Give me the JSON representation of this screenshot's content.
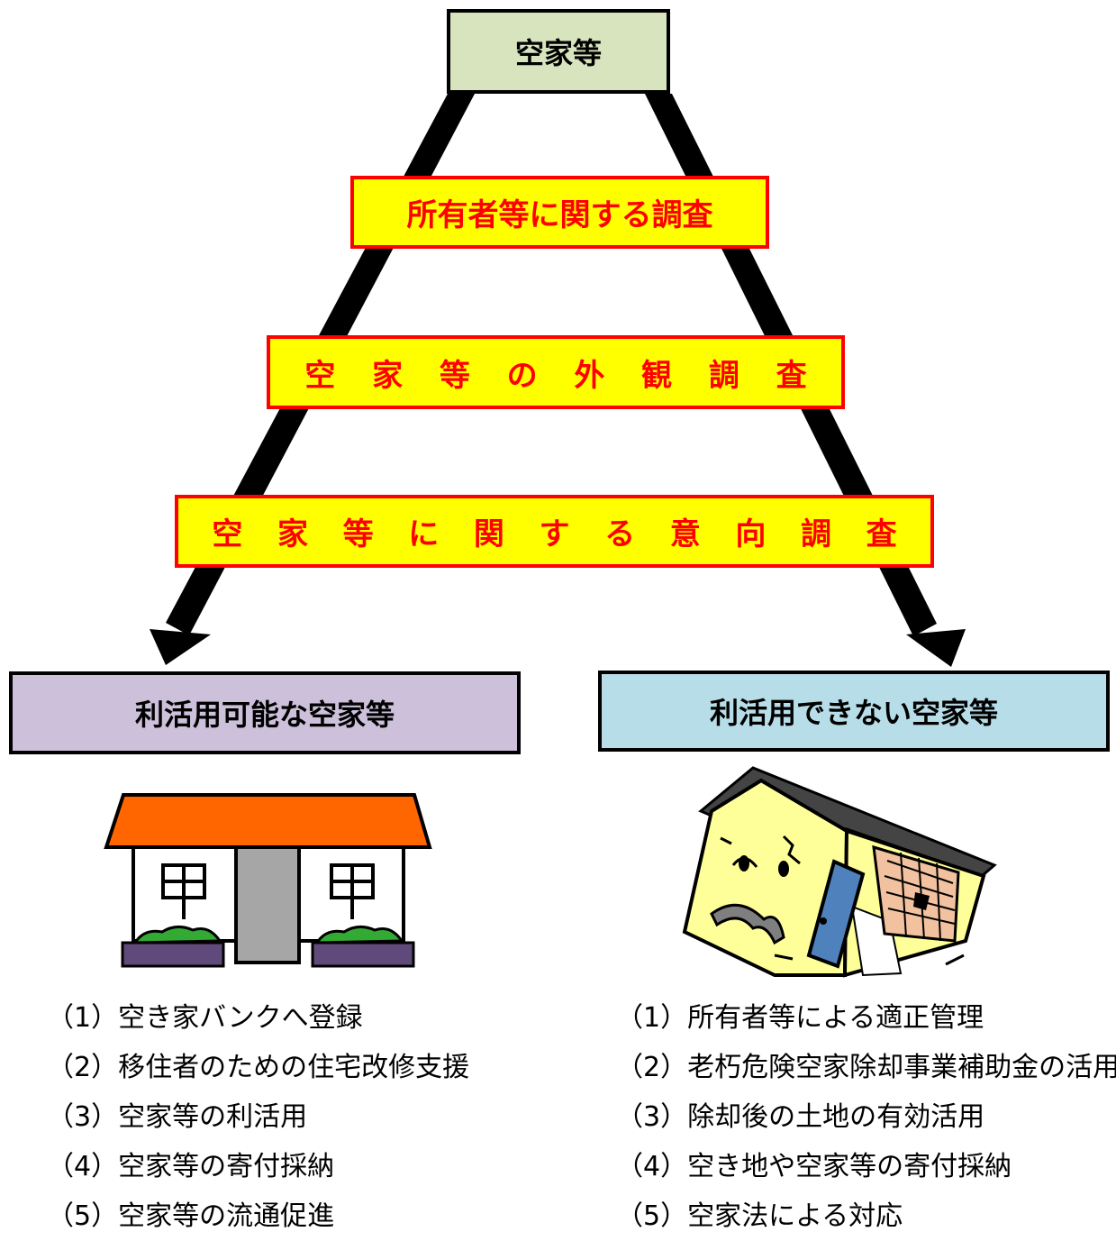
{
  "top": {
    "label": "空家等"
  },
  "surveys": [
    {
      "label": "所有者等に関する調査",
      "chars": [
        "所有者等に関する調査"
      ]
    },
    {
      "label": "空家等の外観調査",
      "chars": [
        "空",
        "家",
        "等",
        "の",
        "外",
        "観",
        "調",
        "査"
      ]
    },
    {
      "label": "空家等に関する意向調査",
      "chars": [
        "空",
        "家",
        "等",
        "に",
        "関",
        "す",
        "る",
        "意",
        "向",
        "調",
        "査"
      ]
    }
  ],
  "left": {
    "title": "利活用可能な空家等",
    "items": [
      "（1）空き家バンクへ登録",
      "（2）移住者のための住宅改修支援",
      "（3）空家等の利活用",
      "（4）空家等の寄付採納",
      "（5）空家等の流通促進"
    ]
  },
  "right": {
    "title": "利活用できない空家等",
    "items": [
      "（1）所有者等による適正管理",
      "（2）老朽危険空家除却事業補助金の活用",
      "（3）除却後の土地の有効活用",
      "（4）空き地や空家等の寄付採納",
      "（5）空家法による対応"
    ]
  },
  "colors": {
    "top_fill": "#d7e4bd",
    "survey_fill": "#ffff00",
    "survey_text": "#ff0000",
    "left_fill": "#ccc0da",
    "right_fill": "#b7dee8",
    "arrow": "#000000"
  },
  "icons": [
    "house-icon",
    "ruined-house-icon"
  ]
}
